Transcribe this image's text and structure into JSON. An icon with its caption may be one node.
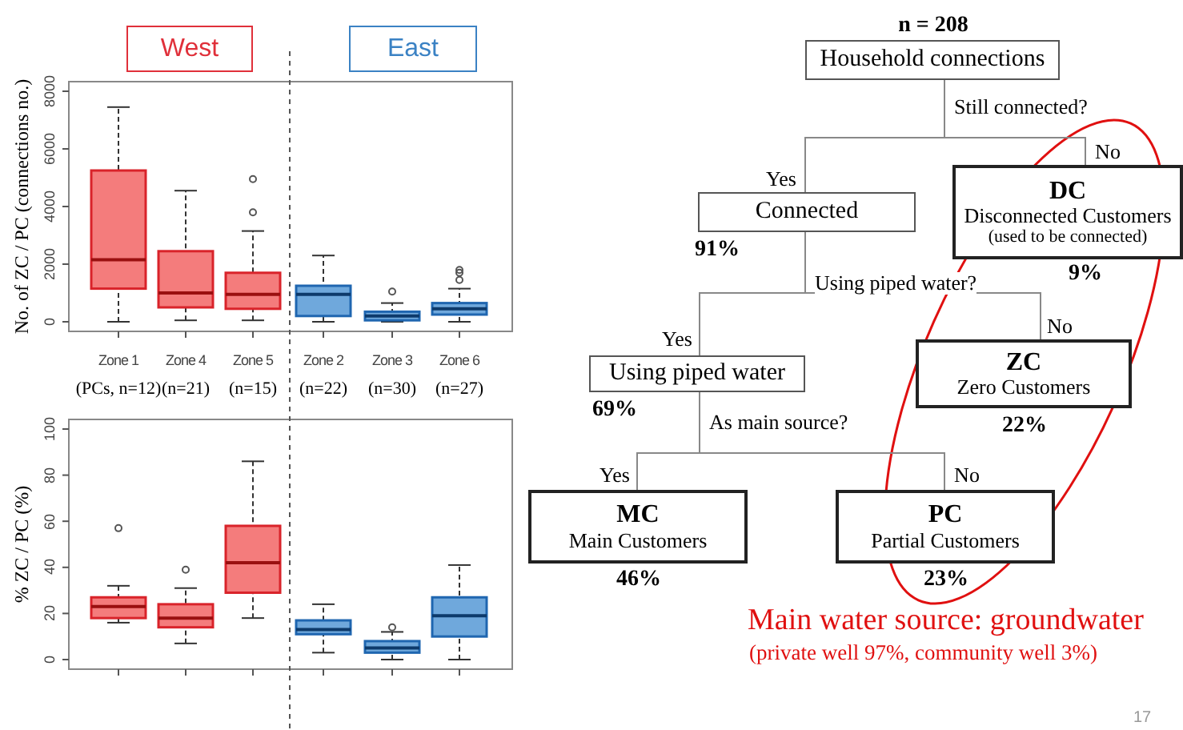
{
  "diagram": {
    "nodes": [
      {
        "text": [
          "West"
        ]
      },
      {
        "text": [
          "East"
        ]
      },
      {
        "text": [
          "Household connections"
        ],
        "beside": [
          "n = 208"
        ]
      },
      {
        "text": [
          "Connected"
        ],
        "beside": [
          "91%"
        ]
      },
      {
        "text": [
          "DC",
          "Disconnected Customers",
          "(used to be connected)"
        ],
        "beside": [
          "9%"
        ]
      },
      {
        "text": [
          "Using piped water"
        ],
        "beside": [
          "69%"
        ]
      },
      {
        "text": [
          "ZC",
          "Zero Customers"
        ],
        "beside": [
          "22%"
        ]
      },
      {
        "text": [
          "MC",
          "Main Customers"
        ],
        "beside": [
          "46%"
        ]
      },
      {
        "text": [
          "PC",
          "Partial Customers"
        ],
        "beside": [
          "23%"
        ]
      }
    ],
    "edges": [
      {
        "from": 2,
        "to": 3,
        "arrow": "none",
        "label": "Yes"
      },
      {
        "from": 2,
        "to": 4,
        "arrow": "none",
        "label": "No"
      },
      {
        "from": 3,
        "to": 5,
        "arrow": "none",
        "label": "Yes"
      },
      {
        "from": 3,
        "to": 6,
        "arrow": "none",
        "label": "No"
      },
      {
        "from": 5,
        "to": 7,
        "arrow": "none",
        "label": "Yes"
      },
      {
        "from": 5,
        "to": 8,
        "arrow": "none",
        "label": "No"
      }
    ],
    "labels": [
      "No. of ZC / PC (connections no.)",
      "8000",
      "6000",
      "4000",
      "2000",
      "0",
      "Zone 1",
      "Zone 4",
      "Zone 5",
      "Zone 2",
      "Zone 3",
      "Zone 6",
      "(PCs, n=12)",
      "(n=21)",
      "(n=15)",
      "(n=22)",
      "(n=30)",
      "(n=27)",
      "% ZC / PC (%)",
      "100",
      "80",
      "60",
      "40",
      "20",
      "0",
      "Still connected?",
      "Using piped water?",
      "As main source?",
      "Main water source: groundwater",
      "(private well 97%, community well 3%)",
      "17"
    ]
  }
}
